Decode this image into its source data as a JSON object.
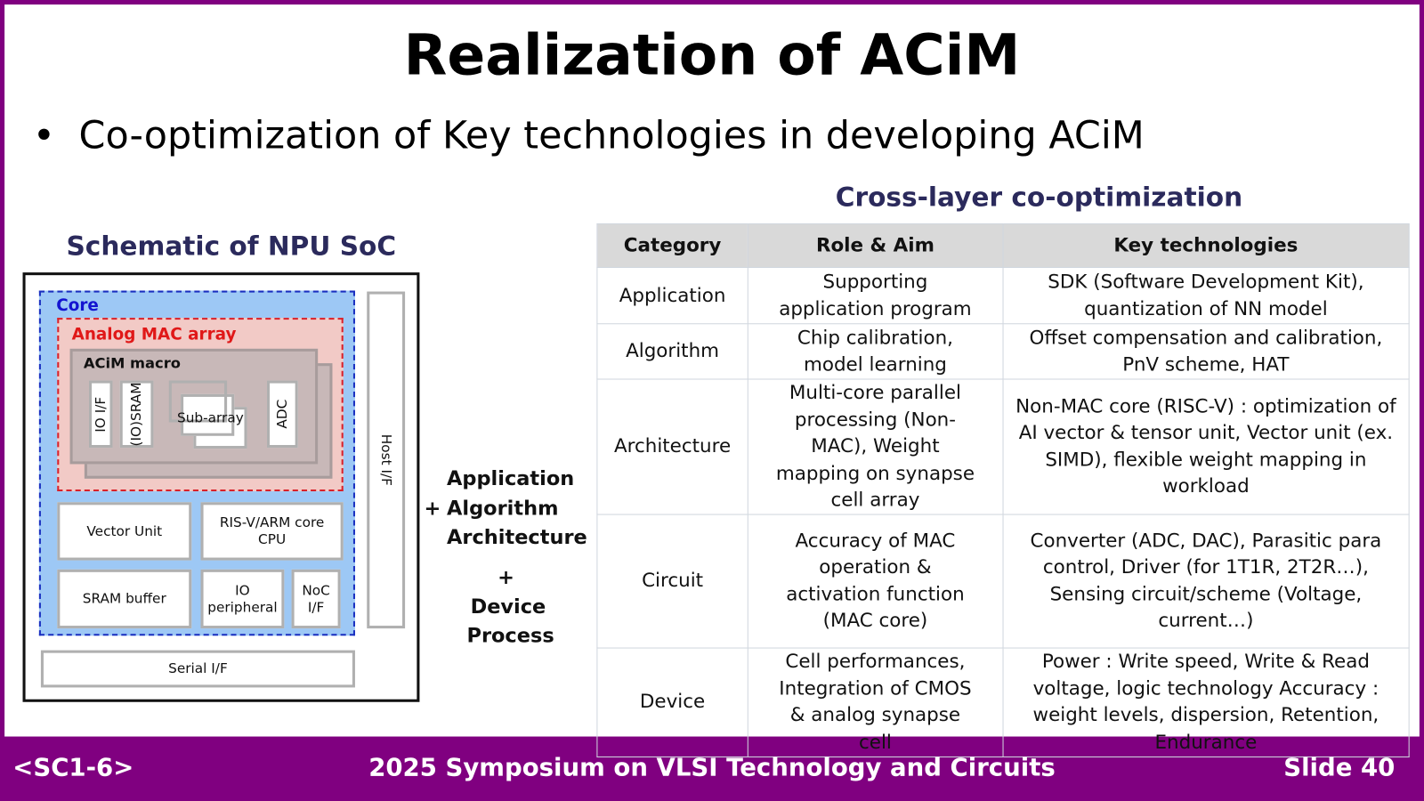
{
  "title": "Realization of ACiM",
  "bullet": "Co-optimization of Key technologies in developing ACiM",
  "schematic": {
    "title": "Schematic of NPU SoC",
    "core": "Core",
    "analog": "Analog MAC array",
    "macro": "ACiM macro",
    "io_if": "IO I/F",
    "sram_io_1": "SRAM",
    "sram_io_2": "(IO)",
    "subarray": "Sub-array",
    "adc": "ADC",
    "vector": "Vector Unit",
    "cpu_1": "RIS-V/ARM core",
    "cpu_2": "CPU",
    "sram_buffer": "SRAM buffer",
    "io_per_1": "IO",
    "io_per_2": "peripheral",
    "noc_1": "NoC",
    "noc_2": "I/F",
    "host": "Host I/F",
    "serial": "Serial I/F"
  },
  "middle": {
    "l1": "Application",
    "l2": "Algorithm",
    "l3": "Architecture",
    "plus1": "+",
    "plus2": "+",
    "l4": "Device",
    "l5": "Process"
  },
  "table": {
    "title": "Cross-layer co-optimization",
    "headers": [
      "Category",
      "Role & Aim",
      "Key technologies"
    ],
    "rows": [
      [
        "Application",
        "Supporting application program",
        "SDK (Software Development Kit), quantization of NN model"
      ],
      [
        "Algorithm",
        "Chip calibration, model learning",
        "Offset compensation and calibration, PnV scheme, HAT"
      ],
      [
        "Architecture",
        "Multi-core parallel processing (Non-MAC), Weight mapping on synapse cell array",
        "Non-MAC core (RISC-V) : optimization of AI vector & tensor unit, Vector unit (ex. SIMD), flexible weight mapping in workload"
      ],
      [
        "Circuit",
        "Accuracy of MAC operation & activation function (MAC core)",
        "Converter (ADC, DAC), Parasitic para control, Driver (for 1T1R, 2T2R…), Sensing circuit/scheme (Voltage, current…)"
      ],
      [
        "Device",
        "Cell performances, Integration of CMOS & analog synapse cell",
        "Power : Write speed, Write & Read voltage, logic technology Accuracy : weight levels, dispersion, Retention, Endurance"
      ]
    ]
  },
  "footer": {
    "left": "<SC1-6>",
    "center": "2025 Symposium on VLSI Technology and Circuits",
    "right": "Slide 40"
  }
}
